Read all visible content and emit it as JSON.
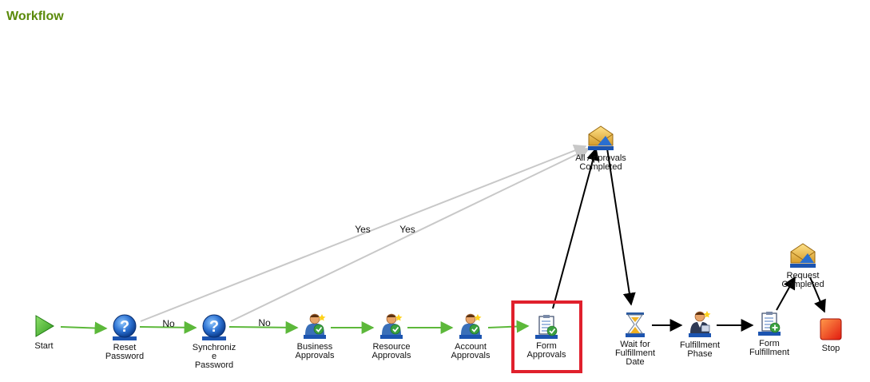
{
  "header": {
    "title": "Workflow"
  },
  "colors": {
    "title": "#5a8a0a",
    "edge_green": "#5cb83a",
    "edge_gray": "#c8c8c8",
    "edge_black": "#000000",
    "highlight": "#e0202c"
  },
  "nodes": [
    {
      "id": "start",
      "icon": "play-icon",
      "lines": [
        "Start"
      ]
    },
    {
      "id": "reset-password",
      "icon": "question-icon",
      "lines": [
        "Reset",
        "Password"
      ]
    },
    {
      "id": "synchronize-password",
      "icon": "question-icon",
      "lines": [
        "Synchroniz",
        "e",
        "Password"
      ]
    },
    {
      "id": "business-approvals",
      "icon": "approver-icon",
      "lines": [
        "Business",
        "Approvals"
      ]
    },
    {
      "id": "resource-approvals",
      "icon": "approver-icon",
      "lines": [
        "Resource",
        "Approvals"
      ]
    },
    {
      "id": "account-approvals",
      "icon": "approver-icon",
      "lines": [
        "Account",
        "Approvals"
      ]
    },
    {
      "id": "form-approvals",
      "icon": "clipboard-check-icon",
      "lines": [
        "Form",
        "Approvals"
      ],
      "selected": true
    },
    {
      "id": "all-approvals-completed",
      "icon": "envelope-icon",
      "lines": [
        "All Approvals",
        "Completed"
      ]
    },
    {
      "id": "wait-for-fulfillment-date",
      "icon": "hourglass-icon",
      "lines": [
        "Wait for",
        "Fulfillment",
        "Date"
      ]
    },
    {
      "id": "fulfillment-phase",
      "icon": "worker-icon",
      "lines": [
        "Fulfillment",
        "Phase"
      ]
    },
    {
      "id": "form-fulfillment",
      "icon": "clipboard-plus-icon",
      "lines": [
        "Form",
        "Fulfillment"
      ]
    },
    {
      "id": "request-completed",
      "icon": "envelope-icon",
      "lines": [
        "Request",
        "Completed"
      ]
    },
    {
      "id": "stop",
      "icon": "stop-icon",
      "lines": [
        "Stop"
      ]
    }
  ],
  "edges": [
    {
      "from": "start",
      "to": "reset-password",
      "style": "green",
      "label": ""
    },
    {
      "from": "reset-password",
      "to": "synchronize-password",
      "style": "green",
      "label": "No"
    },
    {
      "from": "synchronize-password",
      "to": "business-approvals",
      "style": "green",
      "label": "No"
    },
    {
      "from": "business-approvals",
      "to": "resource-approvals",
      "style": "green",
      "label": ""
    },
    {
      "from": "resource-approvals",
      "to": "account-approvals",
      "style": "green",
      "label": ""
    },
    {
      "from": "account-approvals",
      "to": "form-approvals",
      "style": "green",
      "label": ""
    },
    {
      "from": "reset-password",
      "to": "all-approvals-completed",
      "style": "gray",
      "label": "Yes"
    },
    {
      "from": "synchronize-password",
      "to": "all-approvals-completed",
      "style": "gray",
      "label": "Yes"
    },
    {
      "from": "form-approvals",
      "to": "all-approvals-completed",
      "style": "black",
      "label": ""
    },
    {
      "from": "all-approvals-completed",
      "to": "wait-for-fulfillment-date",
      "style": "black",
      "label": ""
    },
    {
      "from": "wait-for-fulfillment-date",
      "to": "fulfillment-phase",
      "style": "black",
      "label": ""
    },
    {
      "from": "fulfillment-phase",
      "to": "form-fulfillment",
      "style": "black",
      "label": ""
    },
    {
      "from": "form-fulfillment",
      "to": "request-completed",
      "style": "black",
      "label": ""
    },
    {
      "from": "request-completed",
      "to": "stop",
      "style": "black",
      "label": ""
    }
  ]
}
